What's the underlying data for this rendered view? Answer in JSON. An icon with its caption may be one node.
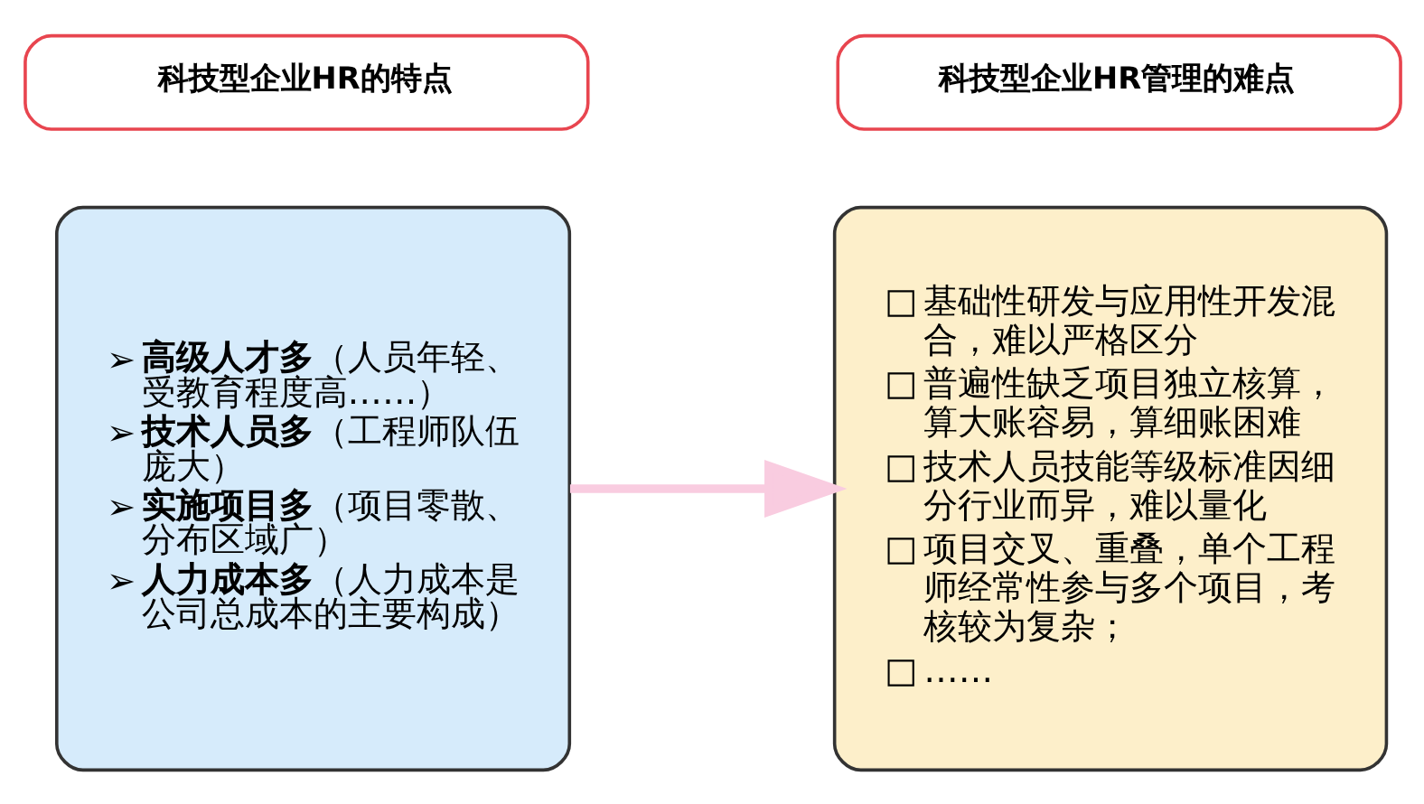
{
  "diagram": {
    "nodes": [
      {
        "text": [
          "科技型企业HR的特点"
        ]
      },
      {
        "text": [
          "➢ **高级人才多**（人员年轻、受教育程度高……）",
          "➢ **技术人员多**（工程师队伍庞大）",
          "➢ **实施项目多**（项目零散、分布区域广）",
          "➢ **人力成本多**（人力成本是公司总成本的主要构成）"
        ]
      },
      {
        "text": [
          "科技型企业HR管理的难点"
        ]
      },
      {
        "text": [
          "□ 基础性研发与应用性开发混合，难以严格区分",
          "□ 普遍性缺乏项目独立核算，算大账容易，算细账困难",
          "□ 技术人员技能等级标准因细分行业而异，难以量化",
          "□ 项目交叉、重叠，单个工程师经常性参与多个项目，考核较为复杂；",
          "□ ……"
        ]
      }
    ],
    "edges": [
      {
        "from": 1,
        "to": 3,
        "arrow": "to",
        "color": "#f9cce0"
      }
    ]
  }
}
